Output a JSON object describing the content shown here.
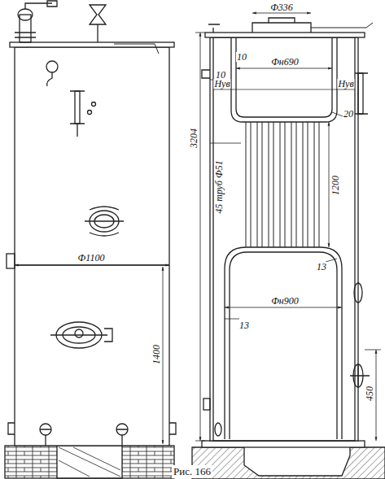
{
  "diagram": {
    "caption": "Рис. 166",
    "labels": [
      "Ф1100",
      "1400",
      "Ф336",
      "10",
      "10",
      "Фн690",
      "Нув",
      "Нув",
      "20",
      "45 труб Ф51",
      "3204",
      "1200",
      "13",
      "Фн900",
      "13",
      "450"
    ]
  }
}
